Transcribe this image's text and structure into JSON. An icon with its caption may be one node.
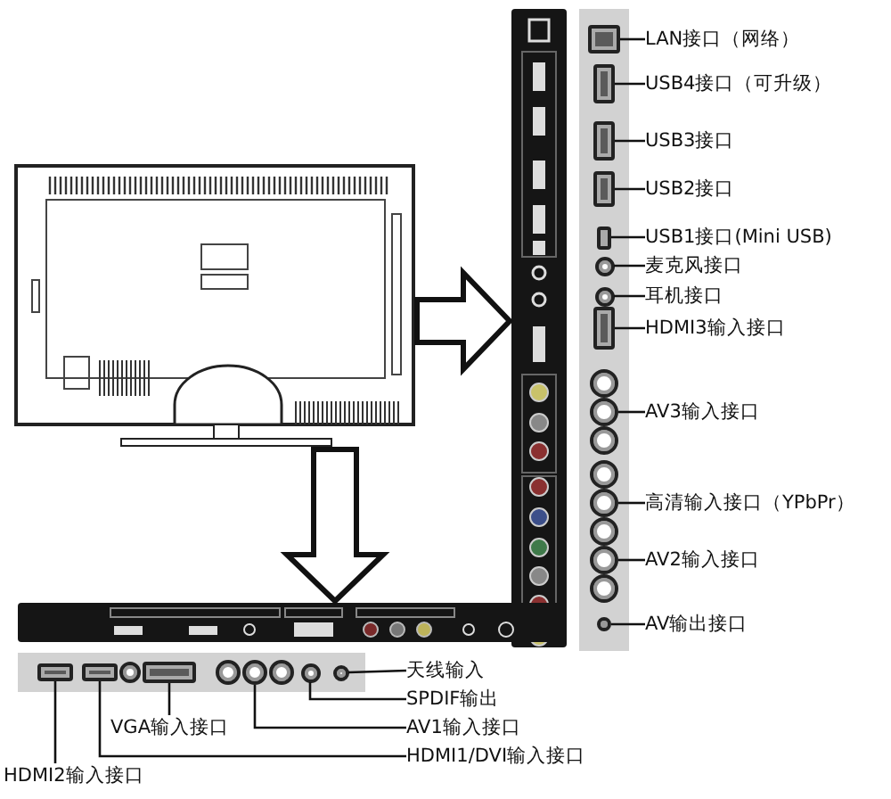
{
  "diagram": {
    "nodes": [
      {
        "text": [],
        "shape": "picture"
      },
      {
        "text": [],
        "shape": "picture"
      },
      {
        "text": [],
        "shape": "bar"
      },
      {
        "text": [],
        "shape": "box",
        "in": 2
      },
      {
        "text": [],
        "shape": "box",
        "in": 2
      },
      {
        "text": [],
        "shape": "box",
        "in": 2
      },
      {
        "text": [],
        "shape": "box",
        "in": 2
      },
      {
        "text": [],
        "shape": "box",
        "in": 2
      },
      {
        "text": [],
        "shape": "circle",
        "in": 2
      },
      {
        "text": [],
        "shape": "circle",
        "in": 2
      },
      {
        "text": [],
        "shape": "box",
        "in": 2
      },
      {
        "text": [],
        "shape": "circle",
        "in": 2
      },
      {
        "text": [],
        "shape": "circle",
        "in": 2
      },
      {
        "text": [],
        "shape": "circle",
        "in": 2
      },
      {
        "text": [],
        "shape": "circle",
        "in": 2
      },
      {
        "text": [],
        "shape": "circle",
        "in": 2
      },
      {
        "text": [],
        "shape": "circle",
        "in": 2
      },
      {
        "text": [],
        "shape": "circle",
        "in": 2
      },
      {
        "text": [],
        "shape": "circle",
        "in": 2
      },
      {
        "text": [],
        "shape": "circle",
        "in": 2
      },
      {
        "text": [],
        "shape": "picture"
      },
      {
        "text": [],
        "shape": "bar"
      },
      {
        "text": [],
        "shape": "box",
        "in": 21
      },
      {
        "text": [],
        "shape": "box",
        "in": 21
      },
      {
        "text": [],
        "shape": "circle",
        "in": 21
      },
      {
        "text": [],
        "shape": "box",
        "in": 21
      },
      {
        "text": [],
        "shape": "circle",
        "in": 21
      },
      {
        "text": [],
        "shape": "circle",
        "in": 21
      },
      {
        "text": [],
        "shape": "circle",
        "in": 21
      },
      {
        "text": [],
        "shape": "circle",
        "in": 21
      },
      {
        "text": [],
        "shape": "circle",
        "in": 21
      },
      {
        "text": [
          "LAN接口（网络）"
        ]
      },
      {
        "text": [
          "USB4接口（可升级）"
        ]
      },
      {
        "text": [
          "USB3接口"
        ]
      },
      {
        "text": [
          "USB2接口"
        ]
      },
      {
        "text": [
          "USB1接口(Mini USB)"
        ]
      },
      {
        "text": [
          "麦克风接口"
        ]
      },
      {
        "text": [
          "耳机接口"
        ]
      },
      {
        "text": [
          "HDMI3输入接口"
        ]
      },
      {
        "text": [
          "AV3输入接口"
        ]
      },
      {
        "text": [
          "高清输入接口（YPbPr）"
        ]
      },
      {
        "text": [
          "AV2输入接口"
        ]
      },
      {
        "text": [
          "AV输出接口"
        ]
      },
      {
        "text": [
          "天线输入"
        ]
      },
      {
        "text": [
          "SPDIF输出"
        ]
      },
      {
        "text": [
          "VGA输入接口"
        ]
      },
      {
        "text": [
          "AV1输入接口"
        ]
      },
      {
        "text": [
          "HDMI1/DVI输入接口"
        ]
      },
      {
        "text": [
          "HDMI2输入接口"
        ]
      }
    ],
    "edges": [
      {
        "from": 0,
        "to": 1,
        "arrow": "to",
        "style": "thick"
      },
      {
        "from": 0,
        "to": 20,
        "arrow": "to",
        "style": "thick"
      },
      {
        "from": 31,
        "to": 3,
        "arrow": "none"
      },
      {
        "from": 32,
        "to": 4,
        "arrow": "none"
      },
      {
        "from": 33,
        "to": 5,
        "arrow": "none"
      },
      {
        "from": 34,
        "to": 6,
        "arrow": "none"
      },
      {
        "from": 35,
        "to": 7,
        "arrow": "none"
      },
      {
        "from": 36,
        "to": 8,
        "arrow": "none"
      },
      {
        "from": 37,
        "to": 9,
        "arrow": "none"
      },
      {
        "from": 38,
        "to": 10,
        "arrow": "none"
      },
      {
        "from": 39,
        "to": 12,
        "arrow": "none"
      },
      {
        "from": 40,
        "to": 15,
        "arrow": "none"
      },
      {
        "from": 41,
        "to": 17,
        "arrow": "none"
      },
      {
        "from": 42,
        "to": 19,
        "arrow": "none"
      },
      {
        "from": 43,
        "to": 30,
        "arrow": "none"
      },
      {
        "from": 44,
        "to": 29,
        "arrow": "none"
      },
      {
        "from": 45,
        "to": 25,
        "arrow": "none"
      },
      {
        "from": 46,
        "to": 27,
        "arrow": "none"
      },
      {
        "from": 47,
        "to": 23,
        "arrow": "none"
      },
      {
        "from": 48,
        "to": 22,
        "arrow": "none"
      }
    ]
  }
}
